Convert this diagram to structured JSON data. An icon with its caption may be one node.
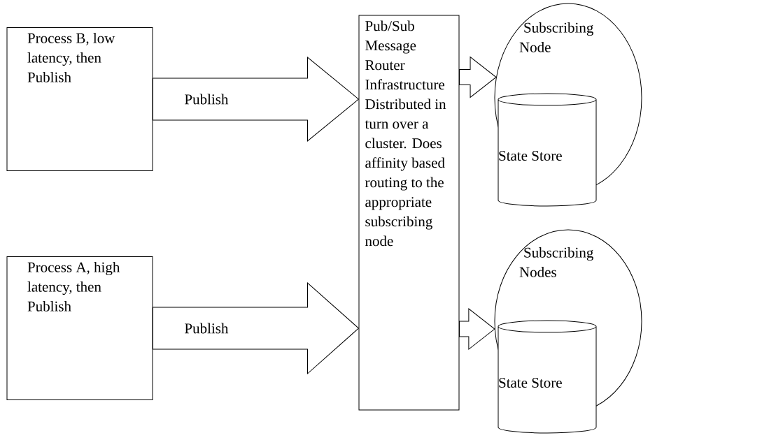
{
  "diagram": {
    "nodes": [
      {
        "text": [
          "Process B, low latency, then Publish"
        ]
      },
      {
        "text": [
          "Process A, high latency, then Publish"
        ]
      },
      {
        "text": [
          "Pub/Sub Message Router Infrastructure Distributed in turn over a cluster. Does affinity based routing to the appropriate subscribing node"
        ]
      },
      {
        "text": [
          "Subscribing Node"
        ]
      },
      {
        "text": [
          "State Store"
        ],
        "in": 3
      },
      {
        "text": [
          "Subscribing Nodes"
        ]
      },
      {
        "text": [
          "State Store"
        ]
      }
    ],
    "edges": [
      {
        "from": 0,
        "to": 2,
        "arrow": "to",
        "label": "Publish"
      },
      {
        "from": 1,
        "to": 2,
        "arrow": "to",
        "label": "Publish"
      },
      {
        "from": 2,
        "to": 3,
        "arrow": "to"
      },
      {
        "from": 2,
        "to": 5,
        "arrow": "to"
      }
    ]
  }
}
